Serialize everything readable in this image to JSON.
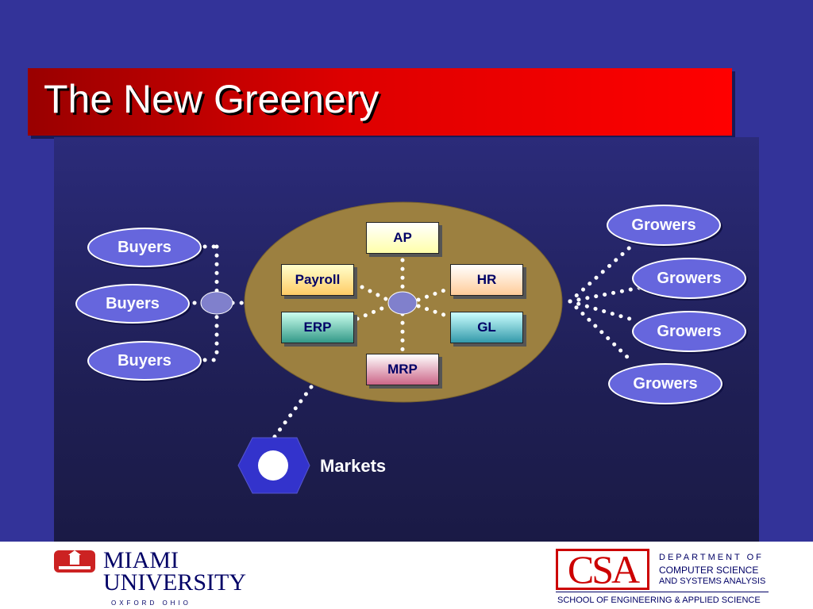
{
  "slide": {
    "title": "The New Greenery"
  },
  "diagram": {
    "buyers": [
      "Buyers",
      "Buyers",
      "Buyers"
    ],
    "growers": [
      "Growers",
      "Growers",
      "Growers",
      "Growers"
    ],
    "modules": {
      "ap": "AP",
      "payroll": "Payroll",
      "hr": "HR",
      "erp": "ERP",
      "gl": "GL",
      "mrp": "MRP"
    },
    "markets": "Markets"
  },
  "footer": {
    "university_line1": "MIAMI",
    "university_line2": "UNIVERSITY",
    "location": "OXFORD OHIO",
    "csa_logo": "CSA",
    "dept_line1": "DEPARTMENT OF",
    "dept_line2": "COMPUTER SCIENCE",
    "dept_line3": "AND SYSTEMS ANALYSIS",
    "school": "SCHOOL OF ENGINEERING & APPLIED SCIENCE"
  },
  "colors": {
    "background": "#333399",
    "title_bar": "#dd0000",
    "node_fill": "#6666dd",
    "hub_fill": "#9c8040",
    "connector": "#ffffff"
  }
}
